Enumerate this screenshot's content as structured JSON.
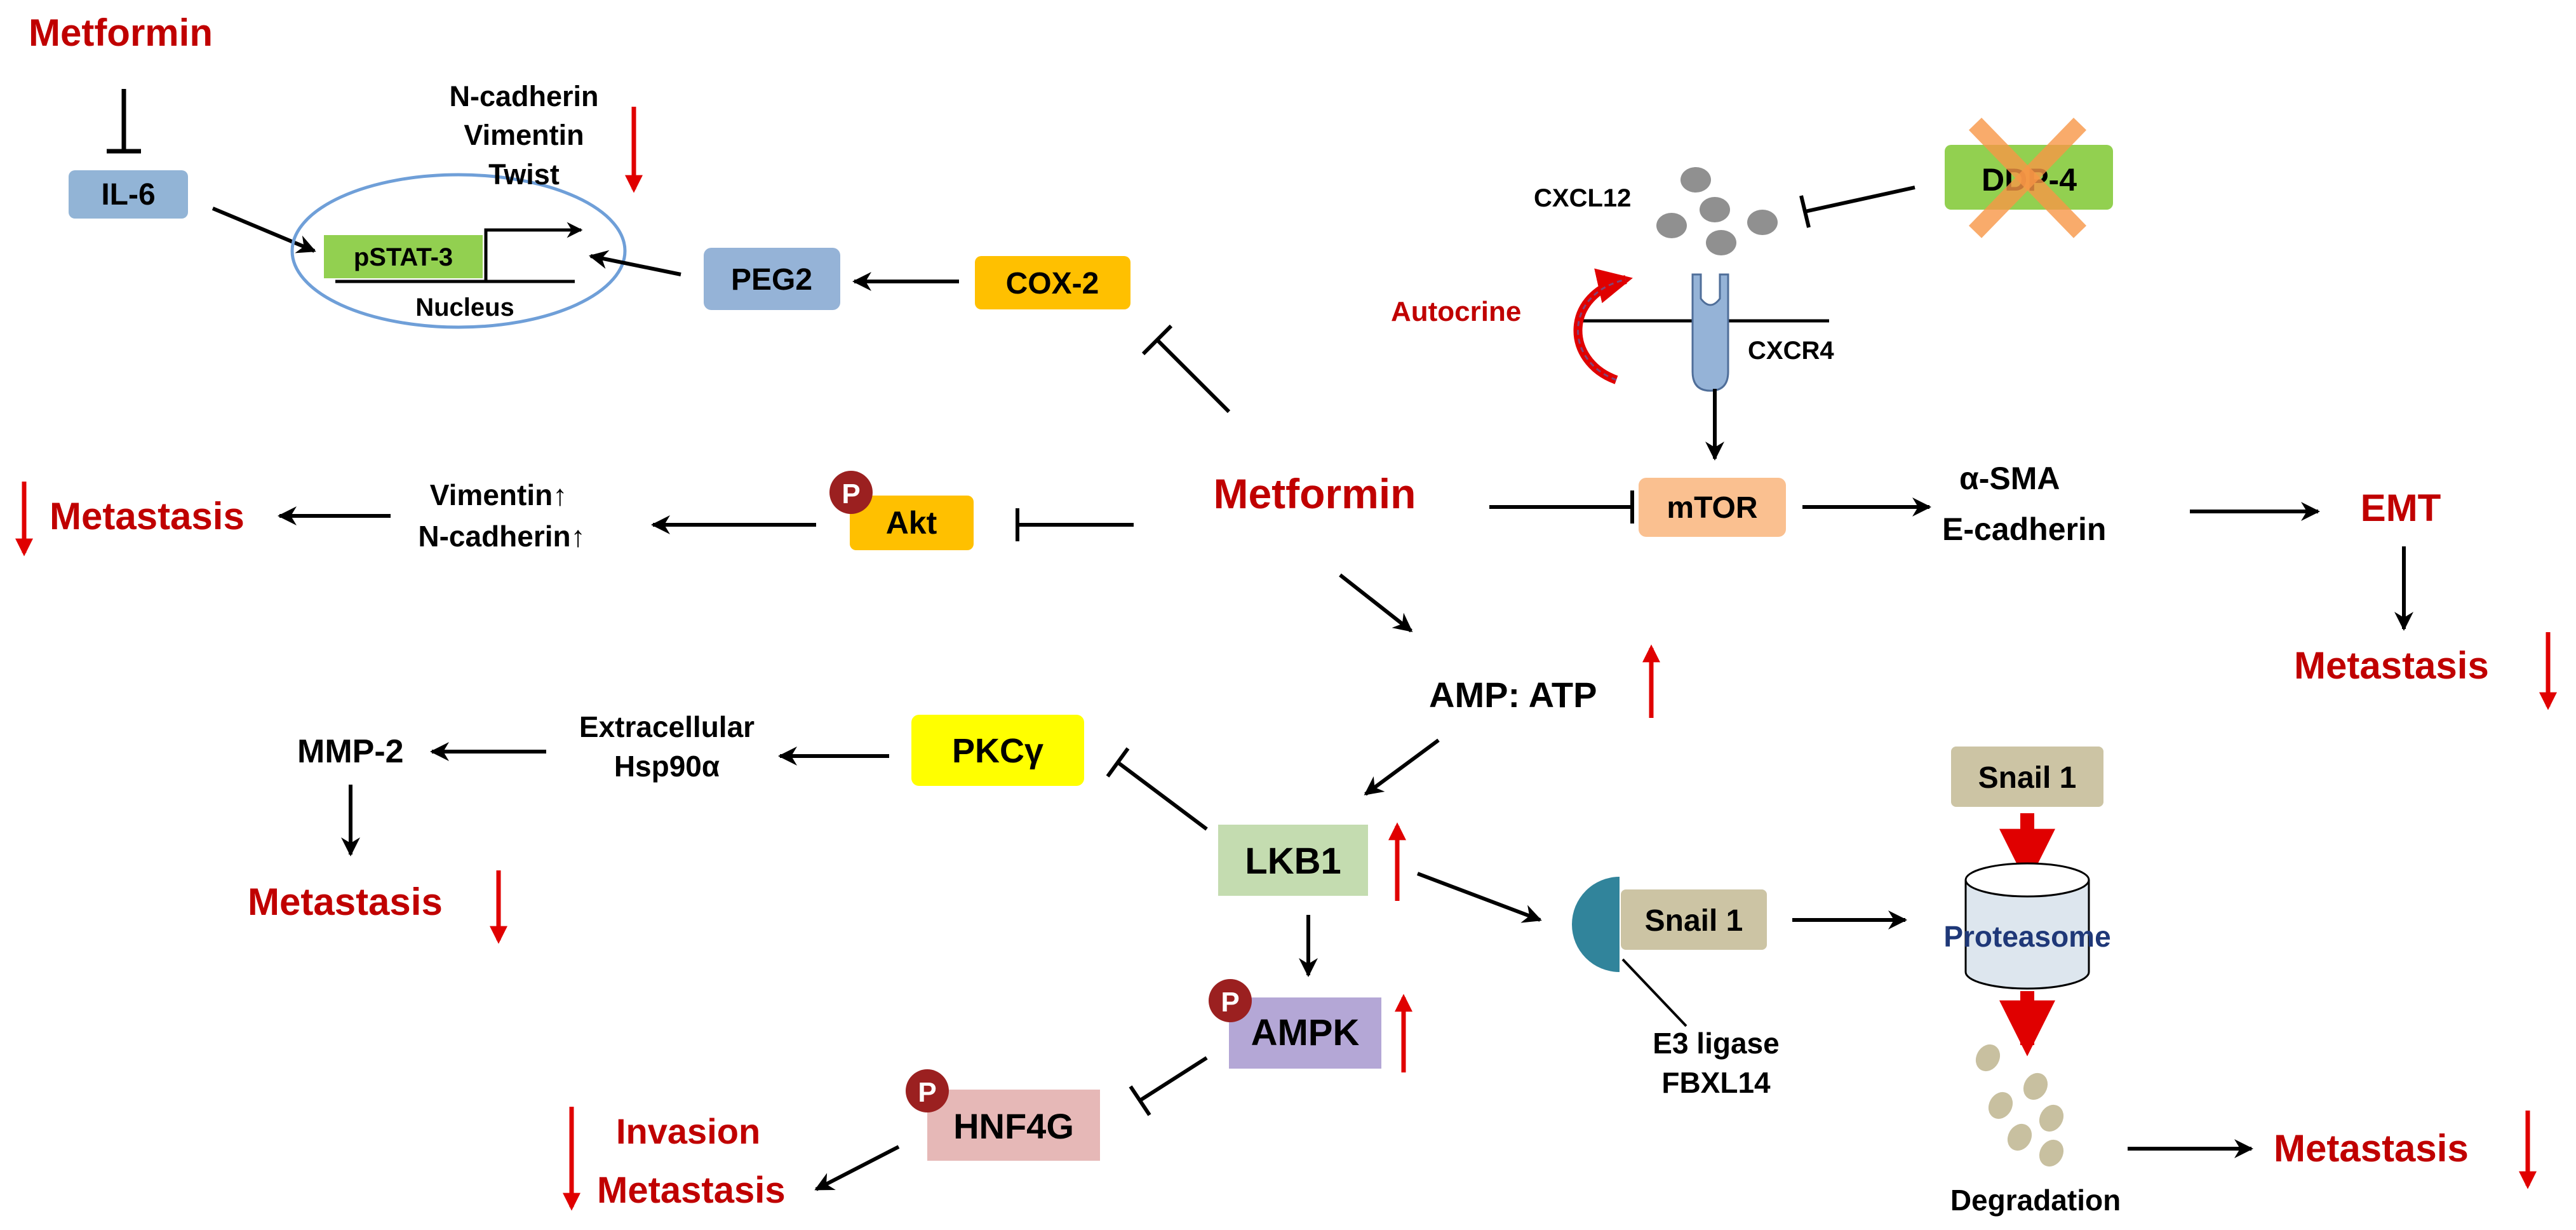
{
  "colors": {
    "red": "#c00000",
    "il6": "#92b4d6",
    "peg2": "#95b3d7",
    "cox2": "#ffc000",
    "pstat3": "#92d050",
    "akt": "#ffc000",
    "mtor": "#fac090",
    "pkc": "#ffff00",
    "lkb1": "#c4dcb0",
    "ampk": "#b4a7d6",
    "hnf4g": "#e6b8b7",
    "snail": "#ccc4a4",
    "ddp4": "#92d050",
    "phospho": "#9b2020",
    "proteasome_text": "#1f3878",
    "e3": "#31849b",
    "cxcr4": "#95b3d7"
  },
  "labels": {
    "metformin_top": "Metformin",
    "il6": "IL-6",
    "pstat3": "pSTAT-3",
    "nucleus": "Nucleus",
    "ncad_top": "N-cadherin",
    "vimentin_top": "Vimentin",
    "twist": "Twist",
    "peg2": "PEG2",
    "cox2": "COX-2",
    "cxcl12": "CXCL12",
    "ddp4": "DDP-4",
    "autocrine": "Autocrine",
    "cxcr4": "CXCR4",
    "metastasis_left": "Metastasis",
    "vimentin_up": "Vimentin↑",
    "ncad_up": "N-cadherin↑",
    "p": "P",
    "akt": "Akt",
    "metformin_center": "Metformin",
    "mtor": "mTOR",
    "asma": "α-SMA",
    "ecad": "E-cadherin",
    "emt": "EMT",
    "metastasis_emt": "Metastasis",
    "amp_atp": "AMP: ATP",
    "mmp2": "MMP-2",
    "extracellular": "Extracellular",
    "hsp90": "Hsp90α",
    "pkc": "PKCγ",
    "metastasis_mmp": "Metastasis",
    "lkb1": "LKB1",
    "snail_top": "Snail 1",
    "snail_bound": "Snail 1",
    "proteasome": "Proteasome",
    "ampk": "AMPK",
    "e3_ligase": "E3 ligase",
    "fbxl14": "FBXL14",
    "hnf4g": "HNF4G",
    "invasion": "Invasion",
    "metastasis_bottom_left": "Metastasis",
    "degradation": "Degradation",
    "metastasis_bottom_right": "Metastasis"
  }
}
